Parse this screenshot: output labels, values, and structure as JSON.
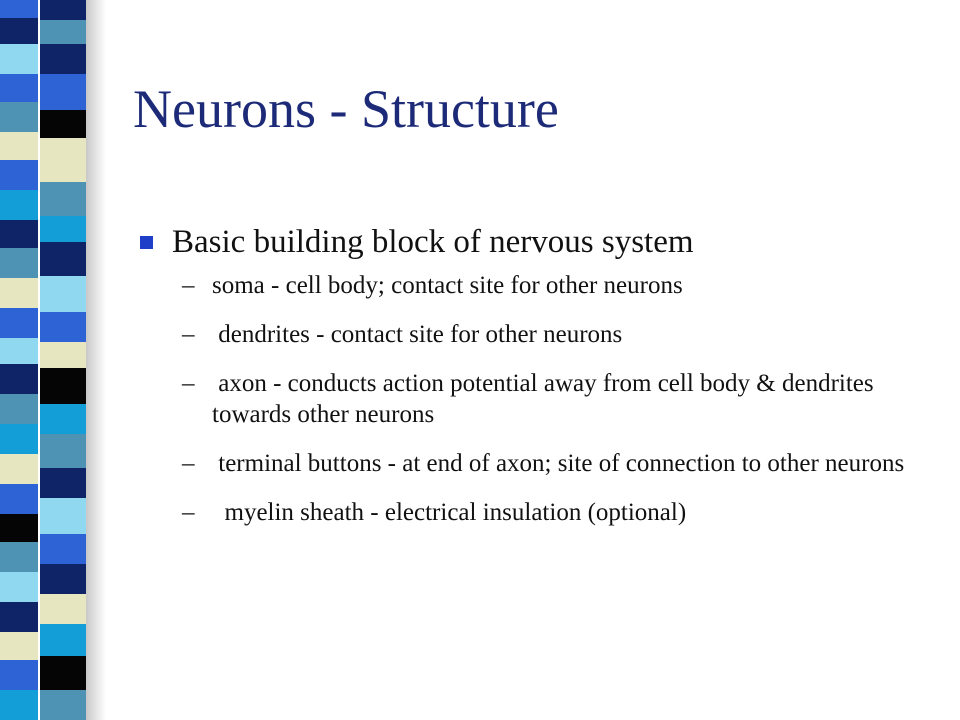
{
  "slide": {
    "title": "Neurons - Structure",
    "main_bullet": "Basic building block of nervous system",
    "sub_dash": "–",
    "sub_items": [
      {
        "text": "soma - cell body; contact site for other neurons"
      },
      {
        "text": " dendrites - contact site for other neurons"
      },
      {
        "text": " axon - conducts action potential away from cell body & dendrites towards other neurons"
      },
      {
        "text": " terminal buttons - at end of axon; site of connection to other neurons"
      },
      {
        "text": "  myelin sheath - electrical insulation (optional)"
      }
    ]
  },
  "colors": {
    "title": "#1c2a78",
    "bullet": "#1f3fc9",
    "text": "#111111",
    "stripe_navy": "#0f2466",
    "stripe_blue": "#2e63d6",
    "stripe_light_blue": "#8fd8f0",
    "stripe_cream": "#e6e6c0",
    "stripe_teal": "#4e93b3",
    "stripe_cyan": "#139ed8",
    "stripe_black": "#050505"
  }
}
